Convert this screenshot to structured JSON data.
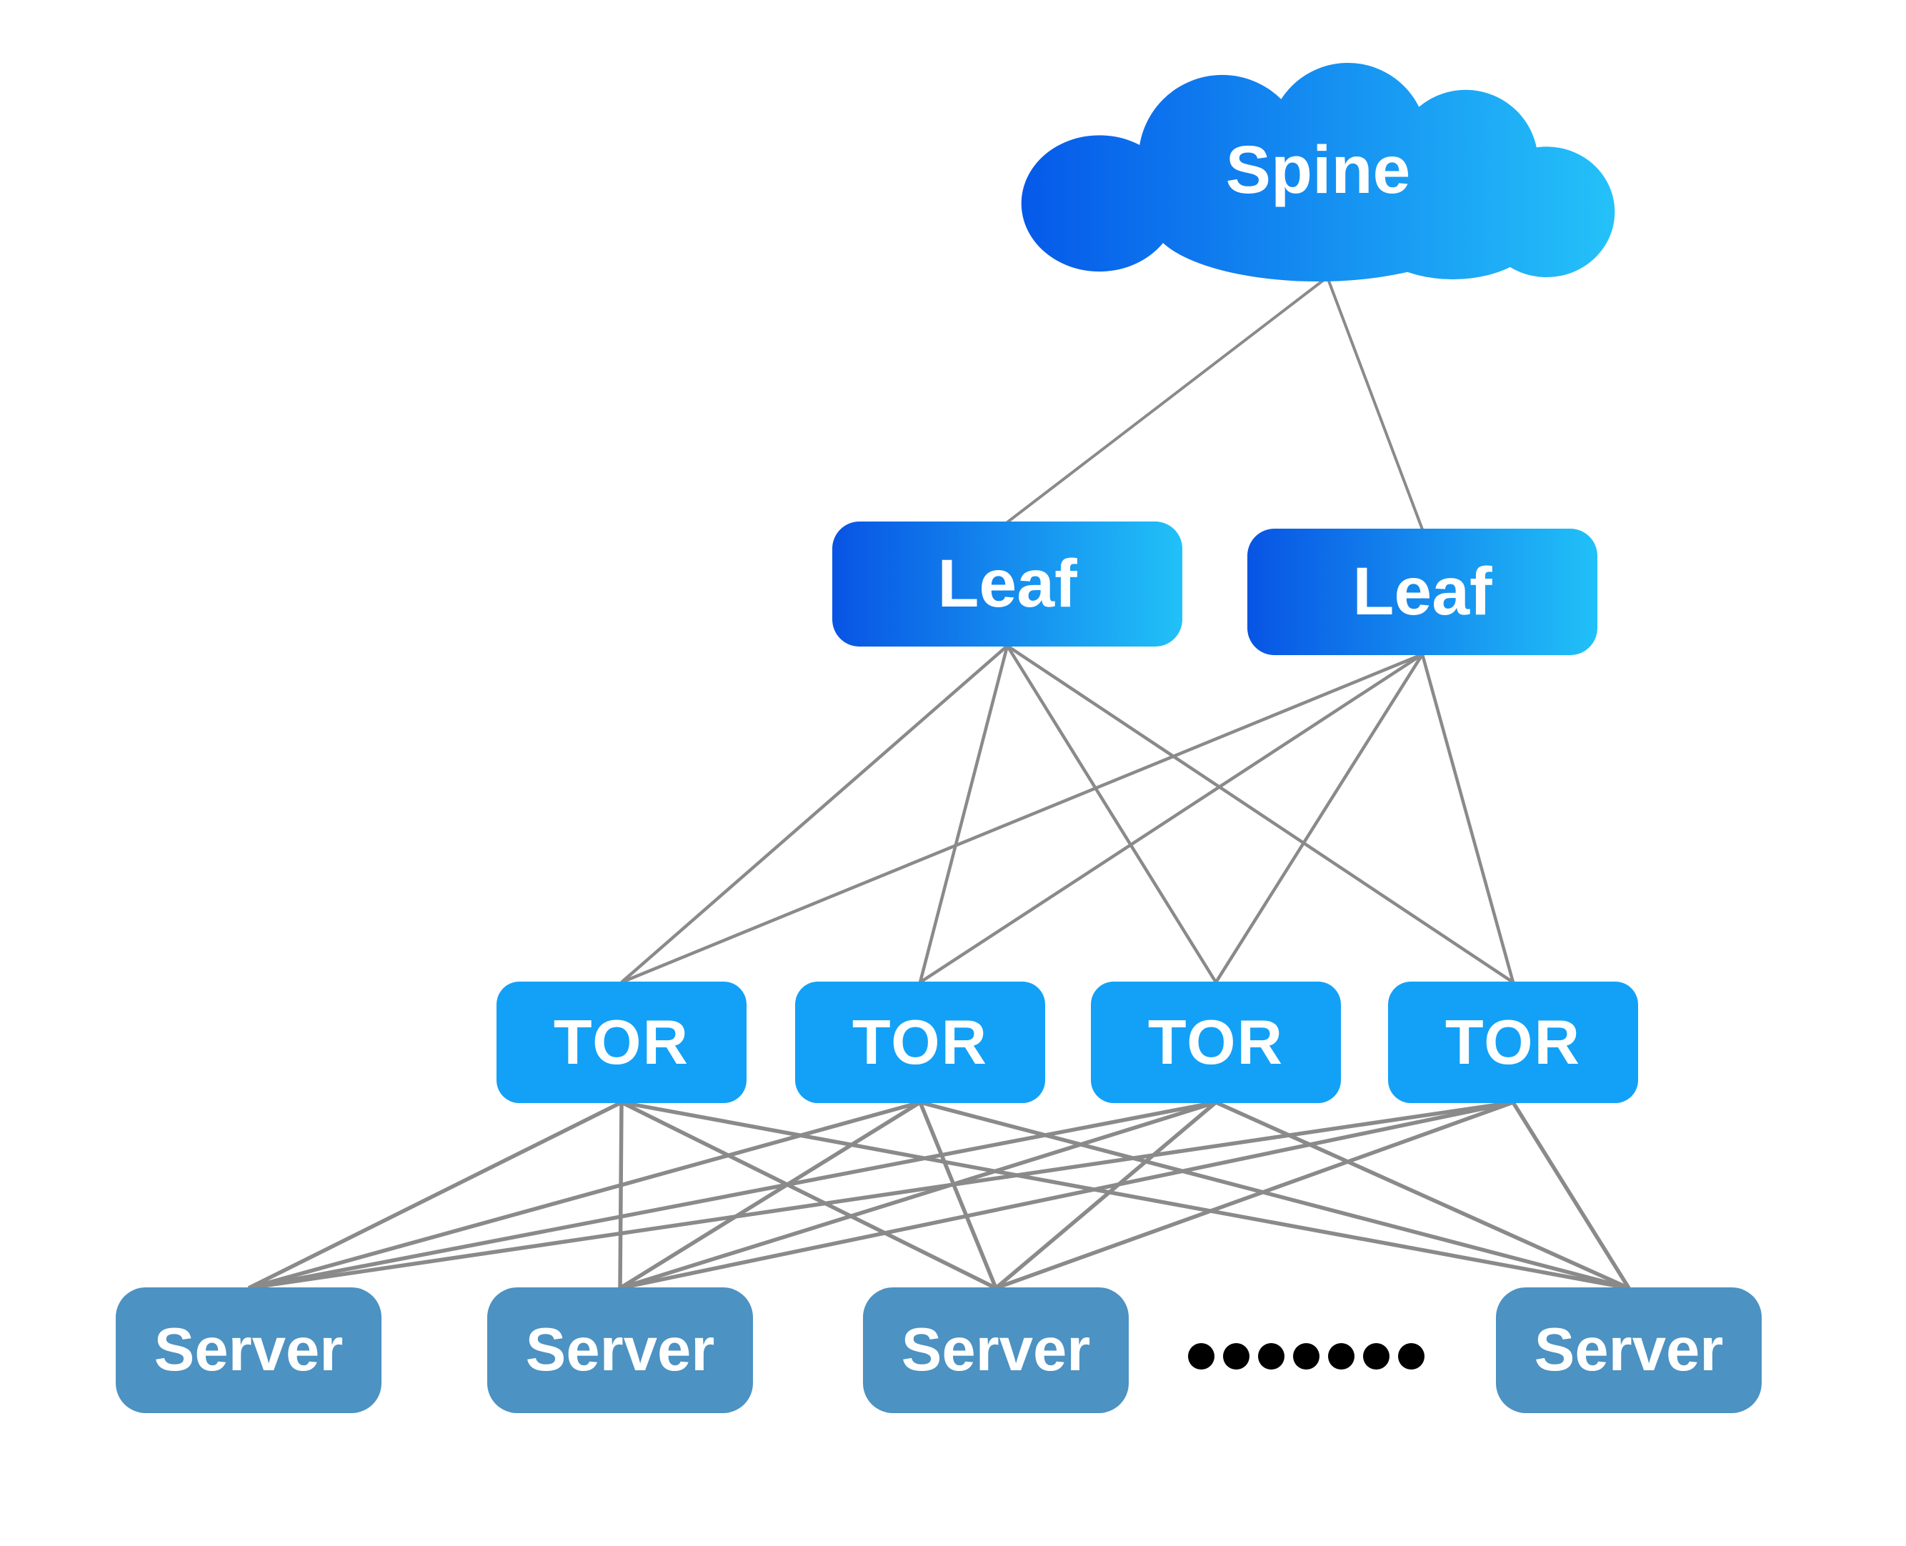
{
  "diagram": {
    "nodes": {
      "spine": {
        "id": "spine",
        "type": "cloud",
        "label": "Spine"
      },
      "leaves": [
        {
          "id": "leaf1",
          "label": "Leaf"
        },
        {
          "id": "leaf2",
          "label": "Leaf"
        }
      ],
      "tors": [
        {
          "id": "tor1",
          "label": "TOR"
        },
        {
          "id": "tor2",
          "label": "TOR"
        },
        {
          "id": "tor3",
          "label": "TOR"
        },
        {
          "id": "tor4",
          "label": "TOR"
        }
      ],
      "servers": [
        {
          "id": "server1",
          "label": "Server"
        },
        {
          "id": "server2",
          "label": "Server"
        },
        {
          "id": "server3",
          "label": "Server"
        },
        {
          "id": "server4",
          "label": "Server"
        }
      ]
    },
    "ellipsis": {
      "dot_count": 7
    },
    "edges": [
      [
        "spine",
        "leaf1"
      ],
      [
        "spine",
        "leaf2"
      ],
      [
        "leaf1",
        "tor1"
      ],
      [
        "leaf1",
        "tor2"
      ],
      [
        "leaf1",
        "tor3"
      ],
      [
        "leaf1",
        "tor4"
      ],
      [
        "leaf2",
        "tor1"
      ],
      [
        "leaf2",
        "tor2"
      ],
      [
        "leaf2",
        "tor3"
      ],
      [
        "leaf2",
        "tor4"
      ],
      [
        "tor1",
        "server1"
      ],
      [
        "tor1",
        "server2"
      ],
      [
        "tor1",
        "server3"
      ],
      [
        "tor1",
        "server4"
      ],
      [
        "tor2",
        "server1"
      ],
      [
        "tor2",
        "server2"
      ],
      [
        "tor2",
        "server3"
      ],
      [
        "tor2",
        "server4"
      ],
      [
        "tor3",
        "server1"
      ],
      [
        "tor3",
        "server2"
      ],
      [
        "tor3",
        "server3"
      ],
      [
        "tor3",
        "server4"
      ],
      [
        "tor4",
        "server1"
      ],
      [
        "tor4",
        "server2"
      ],
      [
        "tor4",
        "server3"
      ],
      [
        "tor4",
        "server4"
      ]
    ],
    "colors": {
      "cloud_gradient_start": "#0559e9",
      "cloud_gradient_end": "#24c2f9",
      "leaf_gradient_start": "#0854e4",
      "leaf_gradient_end": "#21c1f8",
      "tor_fill": "#12a1f7",
      "server_fill": "#4c92c2",
      "edge": "#8a8a8a",
      "dot": "#000000",
      "label_text": "#ffffff"
    }
  }
}
